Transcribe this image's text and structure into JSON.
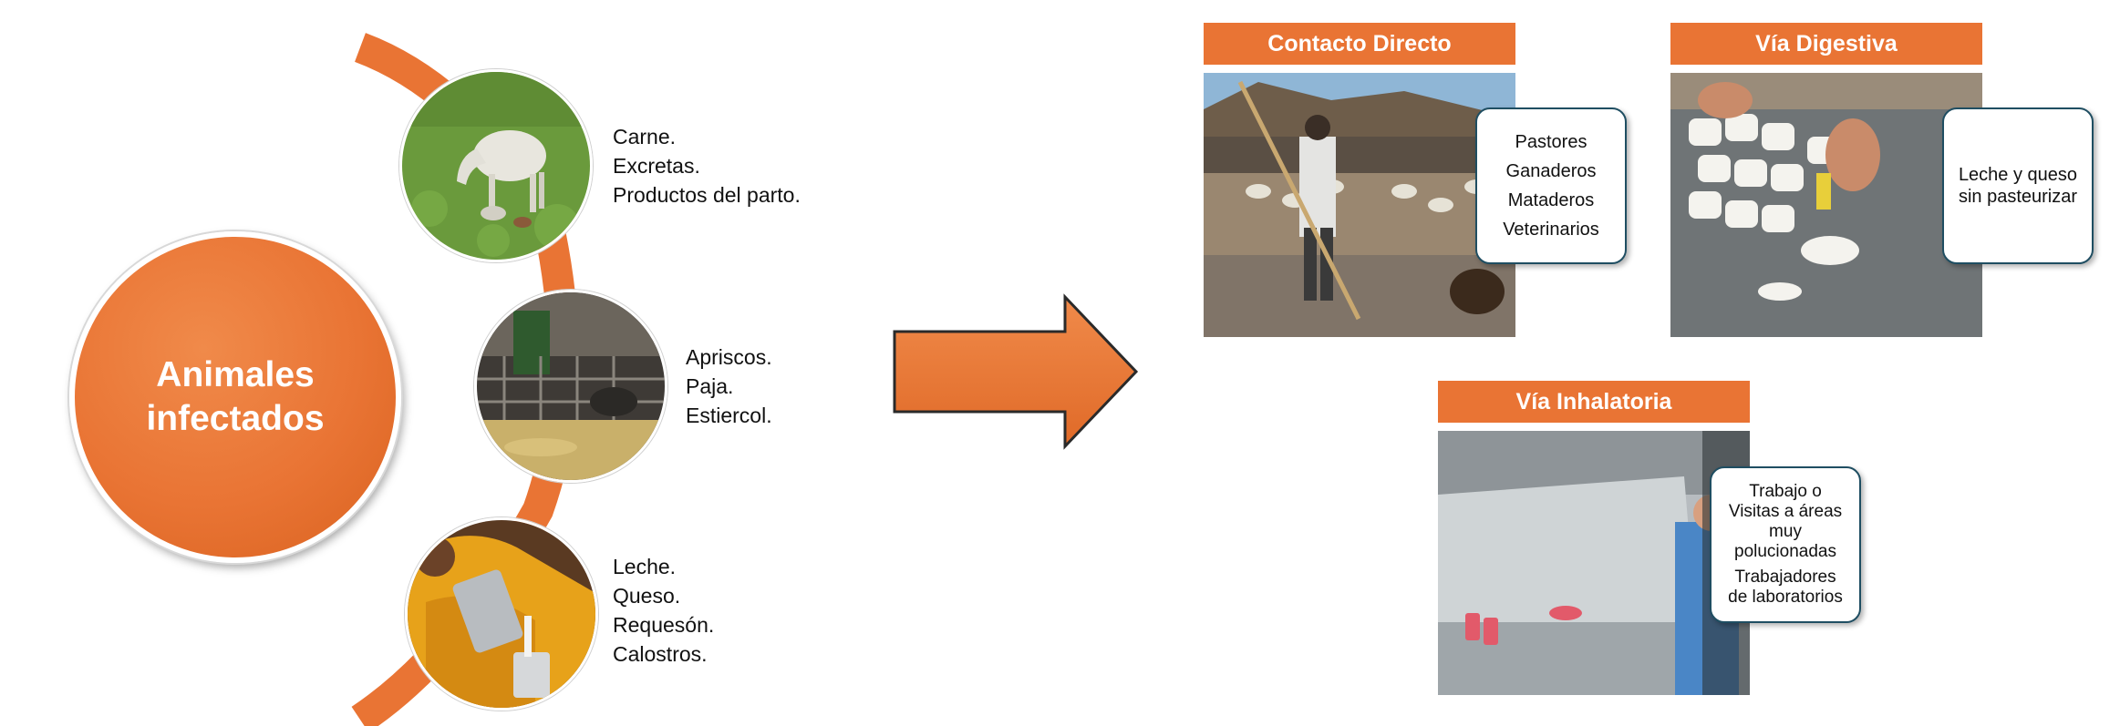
{
  "source": {
    "label": "Animales infectados",
    "color": "#e97434"
  },
  "sources": [
    {
      "items": [
        "Carne.",
        "Excretas.",
        "Productos del parto."
      ],
      "icon": "goat-photo"
    },
    {
      "items": [
        "Apriscos.",
        "Paja.",
        "Estiercol."
      ],
      "icon": "barn-photo"
    },
    {
      "items": [
        "Leche.",
        "Queso.",
        "Requesón.",
        "Calostros."
      ],
      "icon": "milk-photo"
    }
  ],
  "routes": [
    {
      "title": "Contacto Directo",
      "callout": [
        "Pastores",
        "Ganaderos",
        "Mataderos",
        "Veterinarios"
      ]
    },
    {
      "title": "Vía Digestiva",
      "callout": [
        "Leche y queso",
        "sin pasteurizar"
      ]
    },
    {
      "title": "Vía Inhalatoria",
      "callout": [
        "Trabajo o",
        "Visitas a áreas",
        "muy",
        "polucionadas",
        "Trabajadores",
        "de laboratorios"
      ]
    }
  ],
  "colors": {
    "accent": "#e97434",
    "callout_border": "#1f4e62",
    "arrow_border": "#2a2a2a"
  }
}
